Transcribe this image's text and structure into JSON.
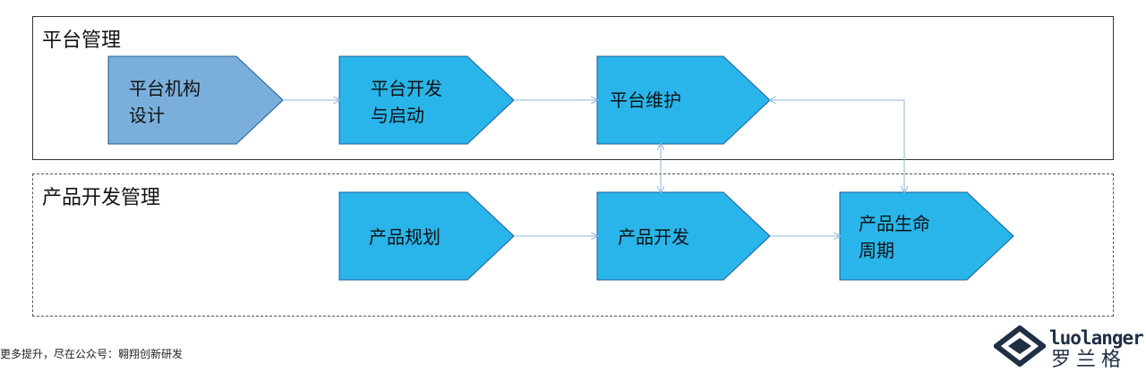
{
  "groups": {
    "platform_title": "平台管理",
    "product_title": "产品开发管理"
  },
  "nodes": {
    "platform_arch": "平台机构\n设计",
    "platform_dev": "平台开发\n与启动",
    "platform_maint": "平台维护",
    "product_plan": "产品规划",
    "product_dev": "产品开发",
    "product_life": "产品生命\n周期"
  },
  "colors": {
    "node_fill": "#29b5ea",
    "node_fill_muted": "#7aafdb",
    "node_stroke": "#1a5f9a",
    "connector": "#8fb6d8"
  },
  "footer": {
    "note": "更多提升，尽在公众号：翱翔创新研发"
  },
  "logo": {
    "en": "luolanger",
    "cn": "罗兰格"
  }
}
